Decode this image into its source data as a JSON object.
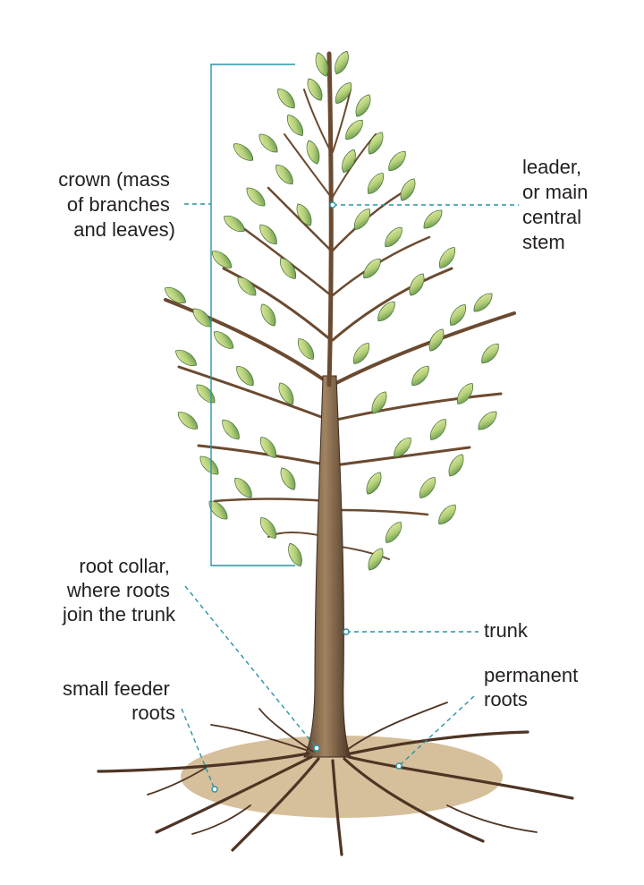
{
  "labels": {
    "crown": [
      "crown (mass",
      "of branches",
      "and leaves)"
    ],
    "leader": [
      "leader,",
      "or main",
      "central",
      "stem"
    ],
    "root_collar": [
      "root collar,",
      "where roots",
      "join the trunk"
    ],
    "trunk": [
      "trunk"
    ],
    "feeder": [
      "small feeder",
      "roots"
    ],
    "permanent": [
      "permanent",
      "roots"
    ]
  },
  "colors": {
    "leader_line": "#2a93a6",
    "leaf_light": "#d4e39a",
    "leaf_dark": "#5f9a4b",
    "bark": "#6b4a30",
    "soil": "#cfb489"
  }
}
